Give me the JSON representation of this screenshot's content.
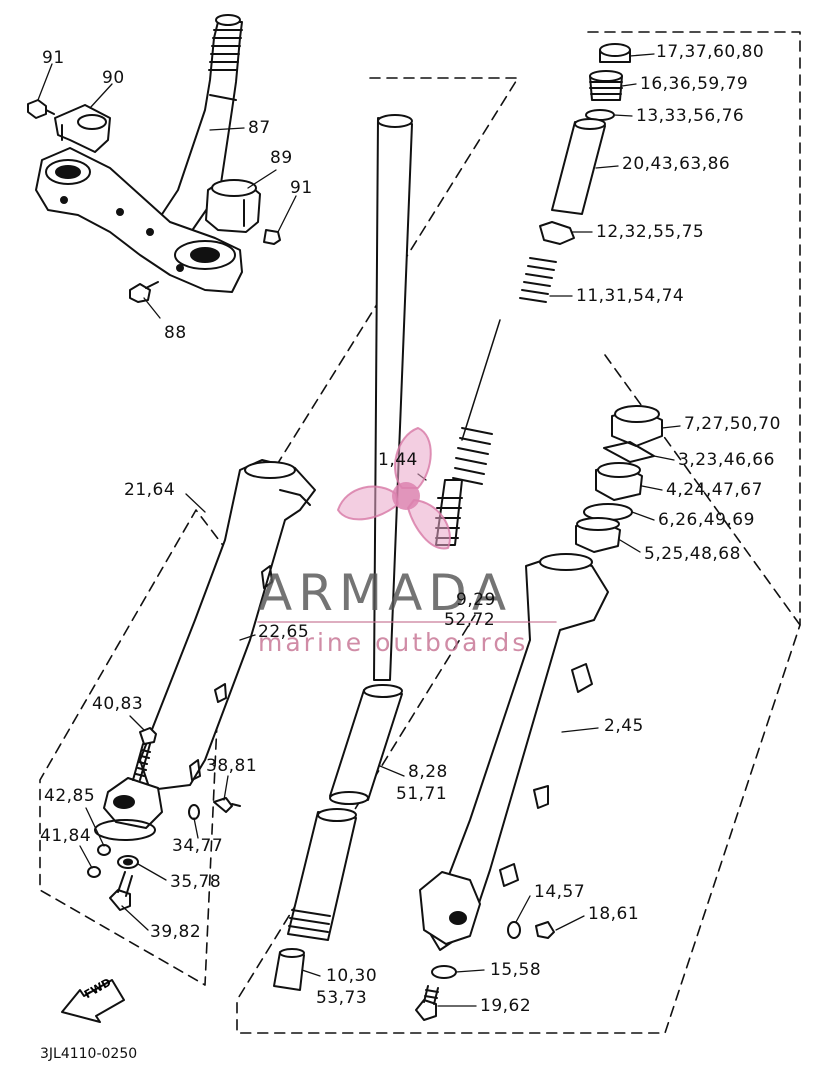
{
  "diagram": {
    "drawing_code": "3JL4110-0250",
    "fwd_badge": "FWD",
    "labels": {
      "l91a": "91",
      "l90": "90",
      "l87": "87",
      "l89": "89",
      "l91b": "91",
      "l88": "88",
      "l21_64": "21,64",
      "l1_44": "1,44",
      "l9_29": "9,29",
      "l52_72": "52,72",
      "l22_65": "22,65",
      "l40_83": "40,83",
      "l38_81": "38,81",
      "l42_85": "42,85",
      "l34_77": "34,77",
      "l41_84": "41,84",
      "l35_78": "35,78",
      "l39_82": "39,82",
      "l8_28": "8,28",
      "l51_71": "51,71",
      "l10_30": "10,30",
      "l53_73": "53,73",
      "l17": "17,37,60,80",
      "l16": "16,36,59,79",
      "l13": "13,33,56,76",
      "l20": "20,43,63,86",
      "l12": "12,32,55,75",
      "l11": "11,31,54,74",
      "l7": "7,27,50,70",
      "l3": "3,23,46,66",
      "l4": "4,24,47,67",
      "l6": "6,26,49,69",
      "l5": "5,25,48,68",
      "l2_45": "2,45",
      "l14_57": "14,57",
      "l18_61": "18,61",
      "l15_58": "15,58",
      "l19_62": "19,62"
    }
  },
  "watermark": {
    "title": "ARMADA",
    "subtitle": "marine outboards",
    "accent_color": "#e9a6c8"
  }
}
